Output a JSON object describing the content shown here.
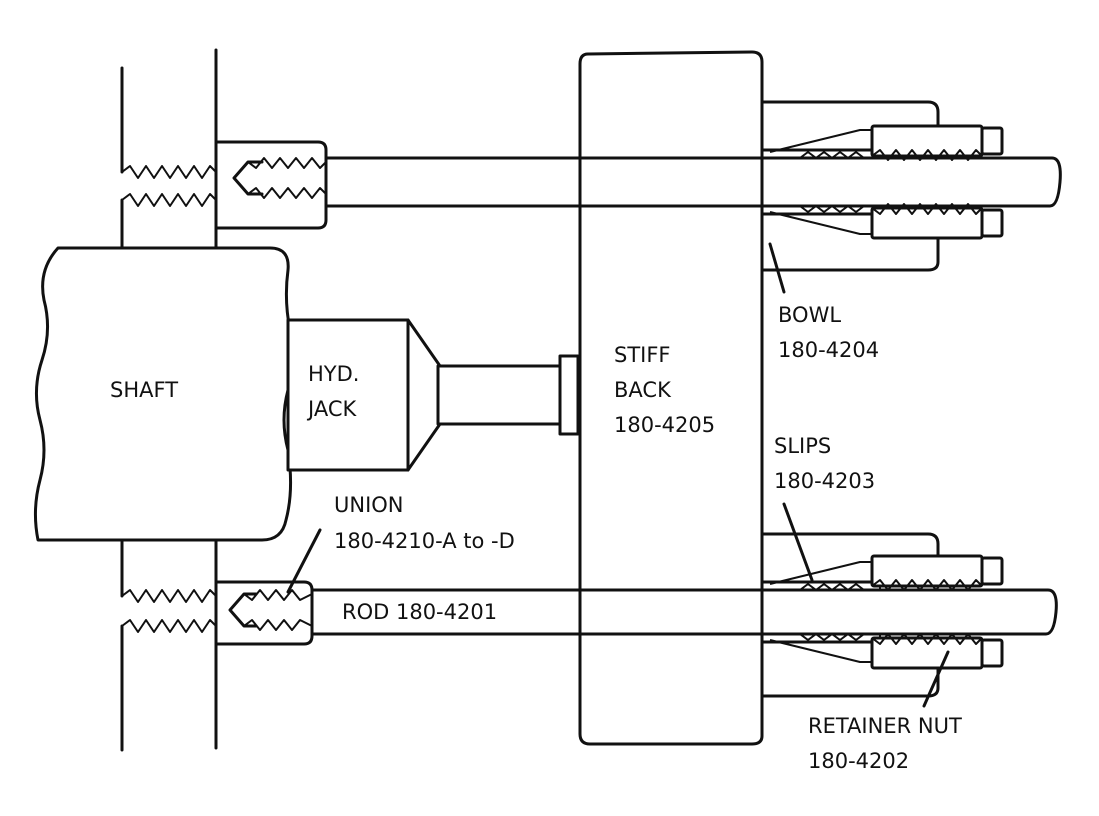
{
  "labels": {
    "shaft": "SHAFT",
    "hyd_jack_line1": "HYD.",
    "hyd_jack_line2": "JACK",
    "stiff_back_line1": "STIFF",
    "stiff_back_line2": "BACK",
    "stiff_back_line3": "180-4205",
    "bowl_line1": "BOWL",
    "bowl_line2": "180-4204",
    "slips_line1": "SLIPS",
    "slips_line2": "180-4203",
    "union_line1": "UNION",
    "union_line2": "180-4210-A to -D",
    "rod": "ROD 180-4201",
    "retainer_nut_line1": "RETAINER NUT",
    "retainer_nut_line2": "180-4202"
  }
}
